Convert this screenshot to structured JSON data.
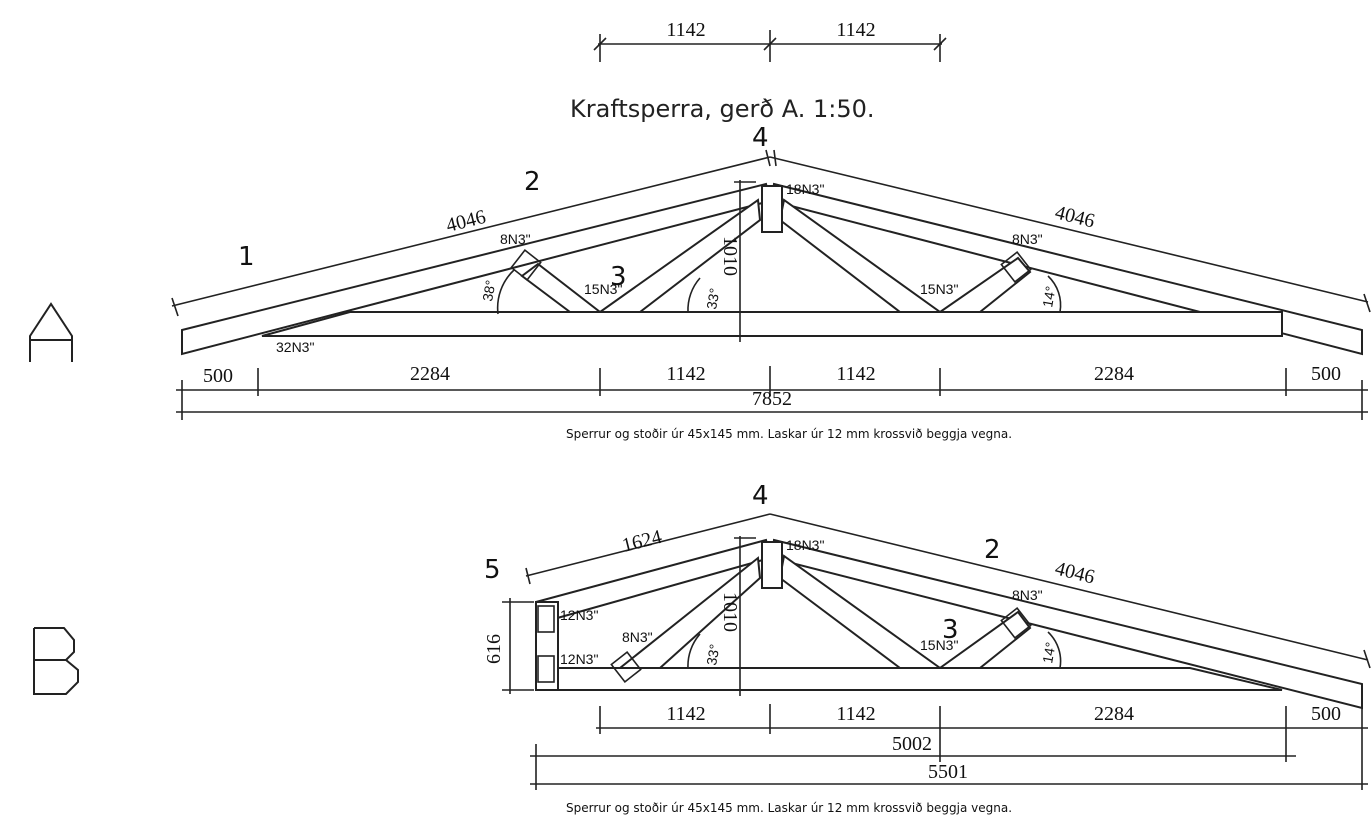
{
  "title": "Kraftsperra, gerð A.  1:50.",
  "top_dims": [
    "1142",
    "1142"
  ],
  "truss_a": {
    "label": "A",
    "member_numbers": [
      "1",
      "2",
      "3",
      "4"
    ],
    "top_chord_lengths": [
      "4046",
      "4046"
    ],
    "plates": [
      "8N3\"",
      "15N3\"",
      "18N3\"",
      "15N3\"",
      "8N3\"",
      "32N3\""
    ],
    "angles": [
      "38°",
      "33°",
      "14°"
    ],
    "height": "1010",
    "bottom_dims": [
      "500",
      "2284",
      "1142",
      "1142",
      "2284",
      "500"
    ],
    "total": "7852",
    "note": "Sperrur og stoðir úr 45x145 mm. Laskar úr 12 mm krossvið beggja vegna."
  },
  "truss_b": {
    "label": "B",
    "member_numbers": [
      "4",
      "2",
      "5",
      "3"
    ],
    "top_chord_lengths": [
      "1624",
      "4046"
    ],
    "plates": [
      "18N3\"",
      "12N3\"",
      "8N3\"",
      "12N3\"",
      "15N3\"",
      "8N3\""
    ],
    "angles": [
      "33°",
      "14°"
    ],
    "height": "1010",
    "side_height": "616",
    "bottom_dims": [
      "1142",
      "1142",
      "2284",
      "500"
    ],
    "subtotal": "5002",
    "total": "5501",
    "note": "Sperrur og stoðir úr 45x145 mm. Laskar úr 12 mm krossvið beggja vegna."
  }
}
